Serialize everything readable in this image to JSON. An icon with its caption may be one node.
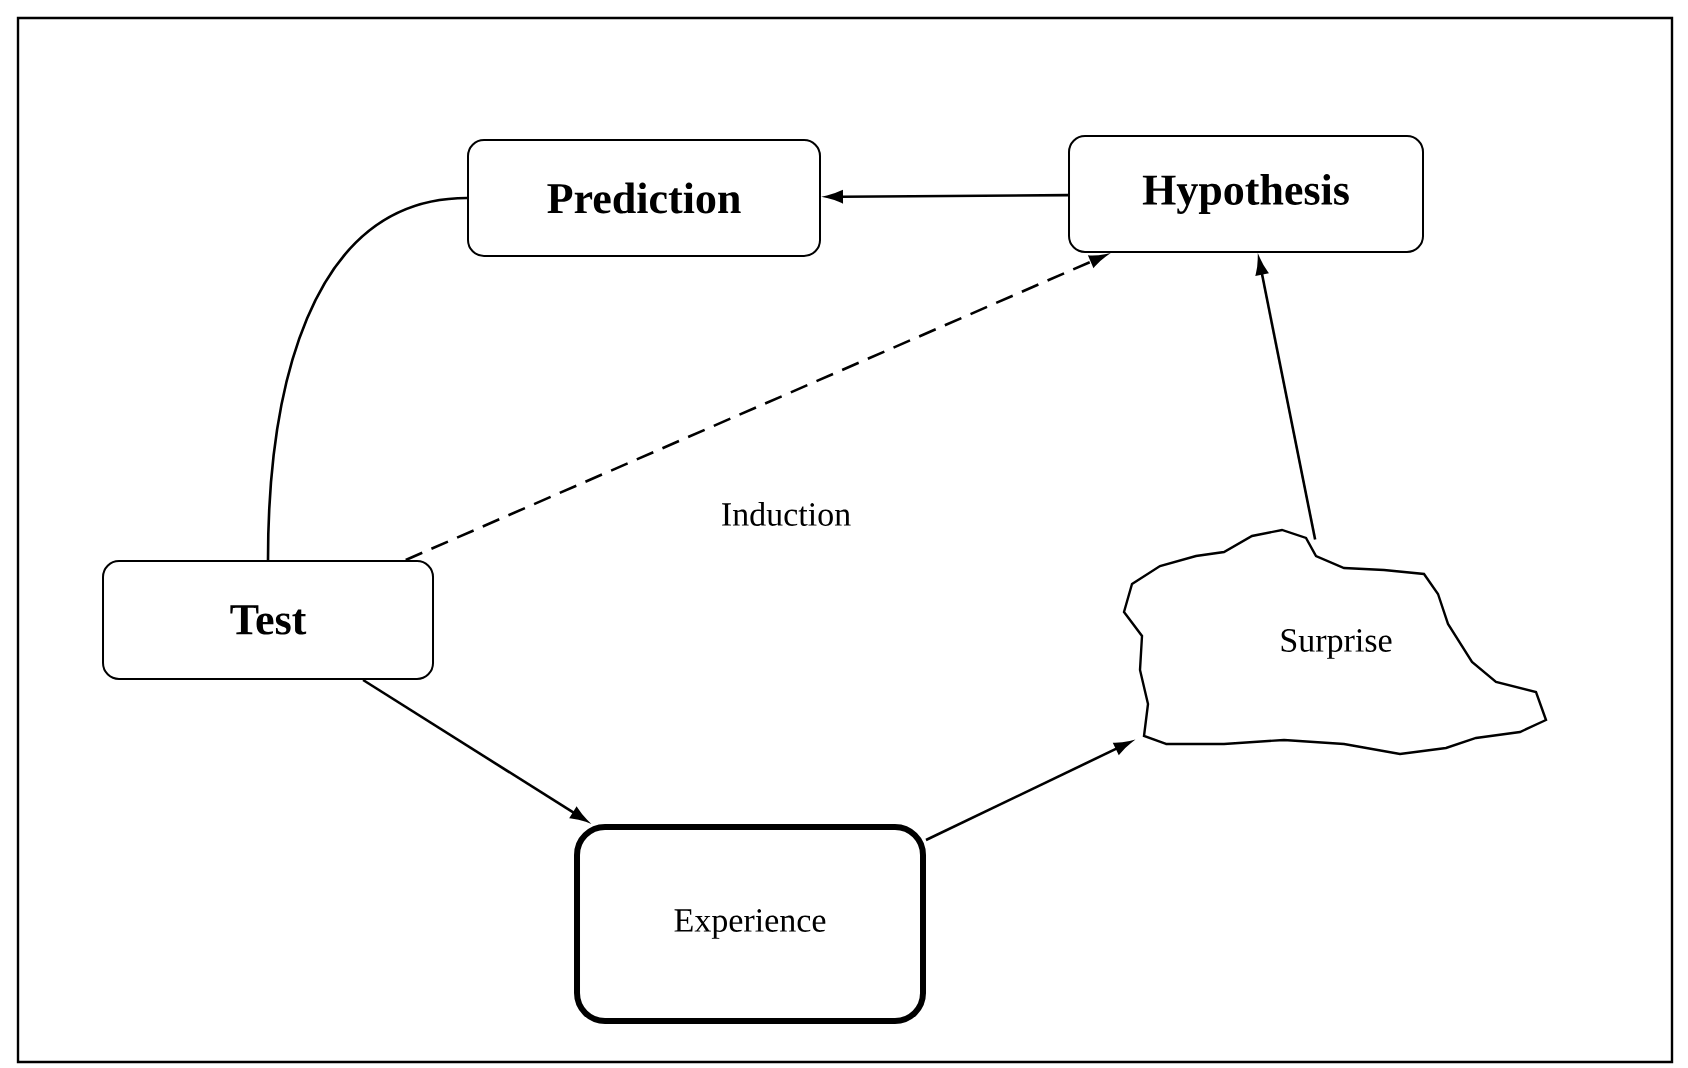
{
  "diagram": {
    "nodes": [
      {
        "text": [
          "Prediction"
        ]
      },
      {
        "text": [
          "Hypothesis"
        ]
      },
      {
        "text": [
          "Test"
        ]
      },
      {
        "text": [
          "Surprise"
        ]
      },
      {
        "text": [
          "Experience"
        ]
      }
    ],
    "edges": [
      {
        "from": 1,
        "to": 0,
        "arrow": "to"
      },
      {
        "from": 0,
        "to": 2,
        "arrow": "none"
      },
      {
        "from": 2,
        "to": 1,
        "arrow": "to",
        "style": "dashed",
        "label": "Induction"
      },
      {
        "from": 2,
        "to": 4,
        "arrow": "to"
      },
      {
        "from": 4,
        "to": 3,
        "arrow": "to"
      },
      {
        "from": 3,
        "to": 1,
        "arrow": "to"
      }
    ]
  }
}
